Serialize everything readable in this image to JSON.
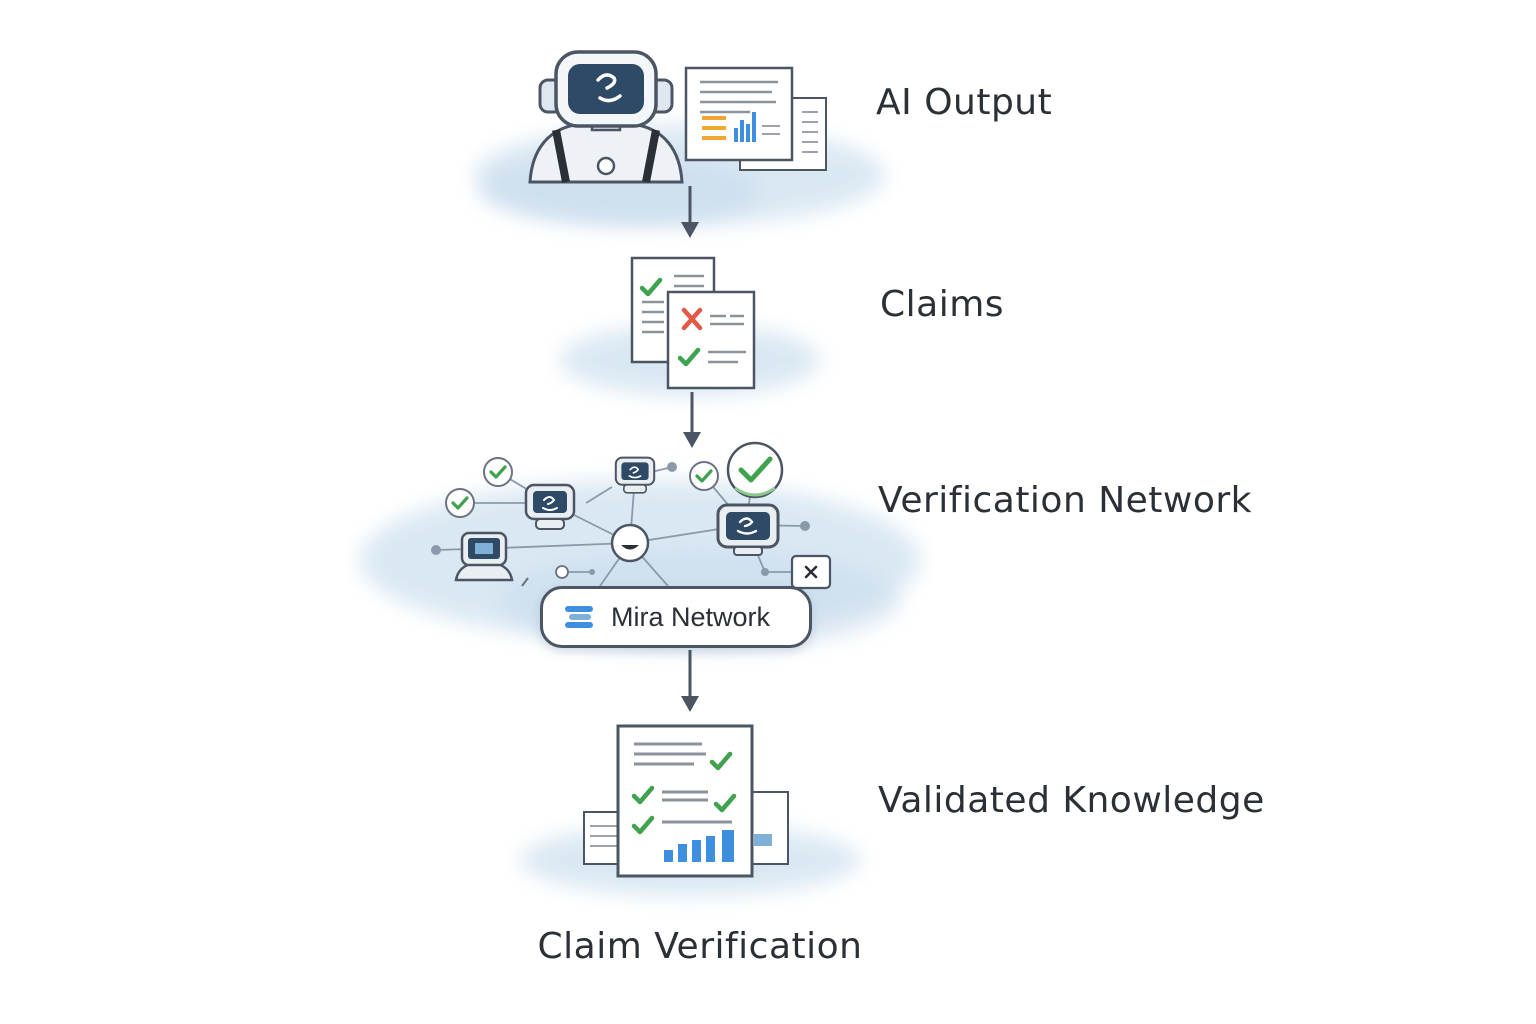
{
  "stages": [
    {
      "label": "AI Output"
    },
    {
      "label": "Claims"
    },
    {
      "label": "Verification Network"
    },
    {
      "label": "Validated Knowledge"
    }
  ],
  "network_badge": "Mira Network",
  "caption": "Claim Verification",
  "colors": {
    "ink": "#2b2f36",
    "arrow": "#4b5563",
    "cloud": "#d7e6f2",
    "check": "#3ea24e",
    "cross": "#e05a47",
    "accent_blue": "#3f8fe0",
    "accent_orange": "#f2a531",
    "screen": "#2e4a66"
  },
  "icons": [
    "robot-icon",
    "document-icon",
    "bar-chart-icon",
    "check-icon",
    "cross-icon",
    "mira-logo-icon",
    "network-node-icon"
  ]
}
